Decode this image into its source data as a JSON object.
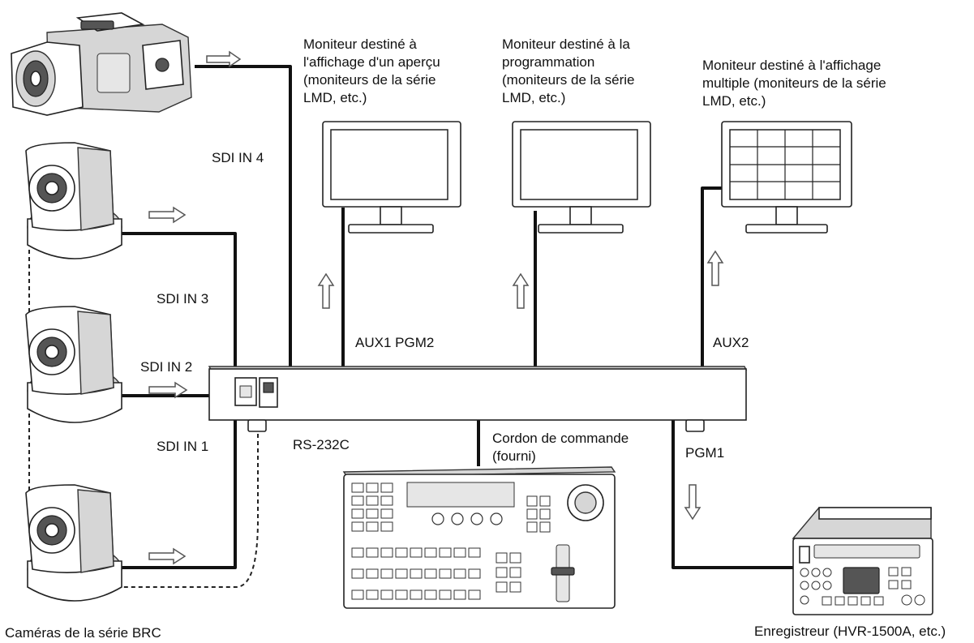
{
  "labels": {
    "preview_monitor": "Moniteur destiné à\nl'affichage d'un aperçu\n(moniteurs de la série\nLMD, etc.)",
    "program_monitor": "Moniteur destiné à la\nprogrammation\n(moniteurs de la série\nLMD, etc.)",
    "multi_monitor": "Moniteur destiné à l'affichage\nmultiple (moniteurs de la série\nLMD, etc.)",
    "sdi_in_4": "SDI IN 4",
    "sdi_in_3": "SDI IN 3",
    "sdi_in_2": "SDI IN 2",
    "sdi_in_1": "SDI IN 1",
    "aux1_pgm2": "AUX1 PGM2",
    "aux2": "AUX2",
    "rs232c": "RS-232C",
    "control_cable": "Cordon de commande\n(fourni)",
    "pgm1": "PGM1",
    "brc_cameras": "Caméras de la série BRC",
    "recorder": "Enregistreur (HVR-1500A, etc.)"
  }
}
